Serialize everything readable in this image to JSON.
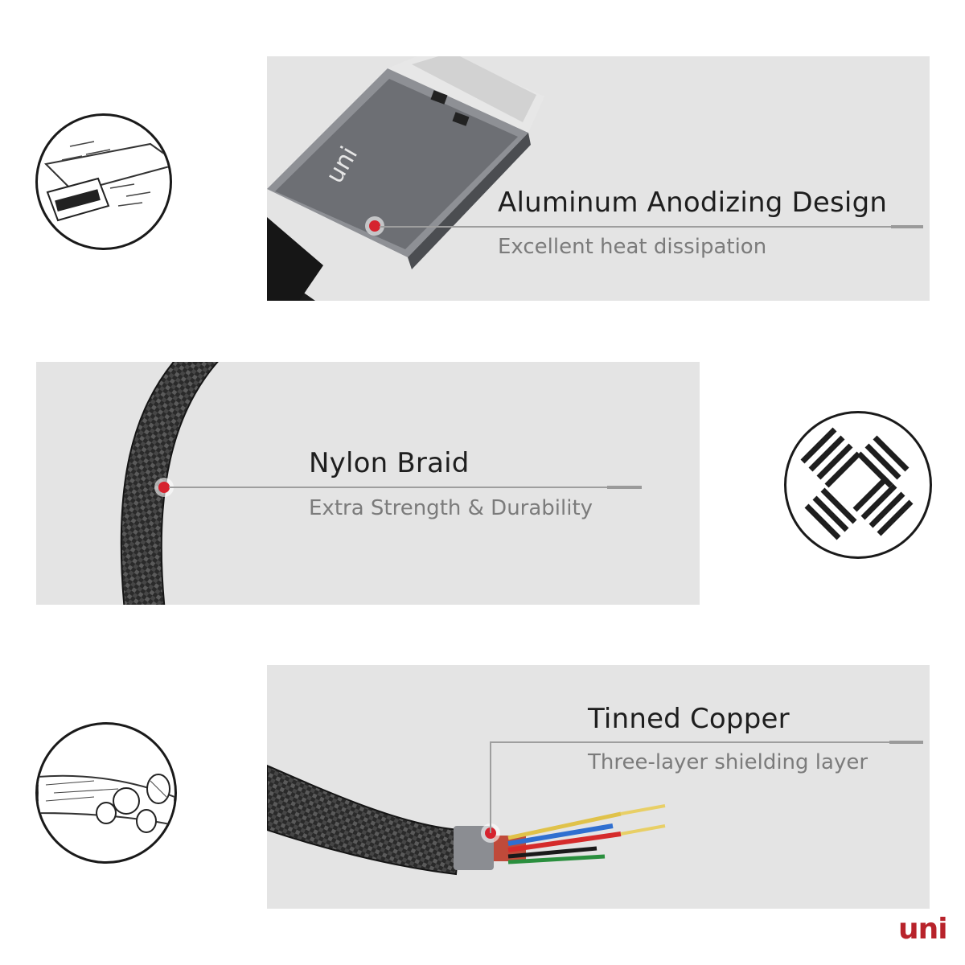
{
  "features": [
    {
      "title": "Aluminum Anodizing Design",
      "subtitle": "Excellent heat dissipation"
    },
    {
      "title": "Nylon Braid",
      "subtitle": "Extra Strength & Durability"
    },
    {
      "title": "Tinned Copper",
      "subtitle": "Three-layer shielding layer"
    }
  ],
  "brand": {
    "logo_text": "uni",
    "connector_mark": "uni"
  },
  "icons": [
    "heat-dissipation-connector-icon",
    "weave-pattern-icon",
    "cable-wires-icon"
  ],
  "colors": {
    "panel": "#e4e4e4",
    "marker": "#d6232e",
    "brand": "#b8232b",
    "leader": "#9e9e9e"
  }
}
